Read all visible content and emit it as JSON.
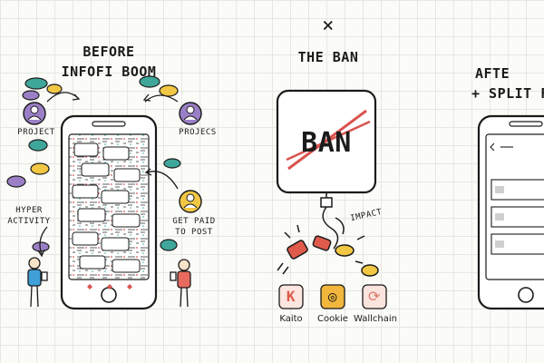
{
  "left": {
    "title_line1": "BEFORE",
    "title_line2": "INFOFI BOOM",
    "label_project_left": "PROJECT",
    "label_project_right": "PROJECS",
    "label_hyper_line1": "HYPER",
    "label_hyper_line2": "ACTIVITY",
    "label_paid_line1": "GET PAID",
    "label_paid_line2": "TO POST"
  },
  "middle": {
    "x_mark": "×",
    "title": "THE BAN",
    "ban_word": "BAN",
    "impact": "IMPACT",
    "apps": [
      {
        "name": "Kaito",
        "glyph": "K",
        "color": "#e05a4b"
      },
      {
        "name": "Cookie",
        "glyph": "◎",
        "color": "#f2b63c"
      },
      {
        "name": "Wallchain",
        "glyph": "⟳",
        "color": "#d87a6b"
      }
    ]
  },
  "right": {
    "title_line1": "AFTE",
    "title_line2": "+ SPLIT FU"
  },
  "colors": {
    "teal": "#3fa79a",
    "yellow": "#f2c744",
    "purple": "#9b7fc6",
    "red": "#d9534f",
    "ink": "#1b1b1b"
  }
}
